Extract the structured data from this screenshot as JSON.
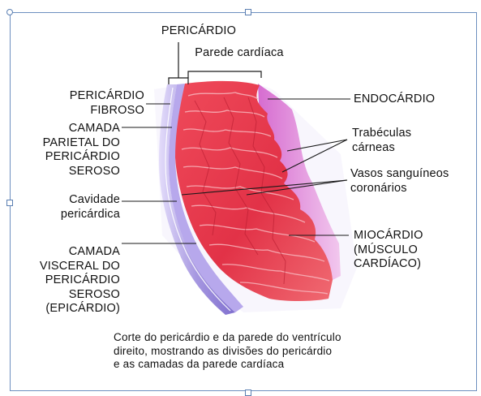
{
  "labels": {
    "pericardio": "PERICÁRDIO",
    "parede_cardiaca": "Parede cardíaca",
    "pericardio_fibroso": "PERICÁRDIO\nFIBROSO",
    "camada_parietal": "CAMADA\nPARIETAL DO\nPERICÁRDIO\nSEROSO",
    "cavidade_pericardica": "Cavidade\npericárdica",
    "camada_visceral": "CAMADA\nVISCERAL DO\nPERICÁRDIO\nSEROSO\n(EPICÁRDIO)",
    "endocardio": "ENDOCÁRDIO",
    "trabeculas_carneas": "Trabéculas\ncárneas",
    "vasos_sanguineos": "Vasos sanguíneos\ncoronários",
    "miocardio": "MIOCÁRDIO\n(MÚSCULO\nCARDÍACO)"
  },
  "caption": "Corte do pericárdio e da parede do ventrículo\ndireito, mostrando as divisões do pericárdio\ne as camadas da parede cardíaca",
  "colors": {
    "myocardium": "#e8384a",
    "myocardium_dark": "#c42035",
    "endocardium": "#c85fc8",
    "pericardium": "#8f7fd6",
    "pericardium_light": "#d8d0f5",
    "leader_line": "#1a1a1a",
    "frame": "#6d8fbf"
  }
}
